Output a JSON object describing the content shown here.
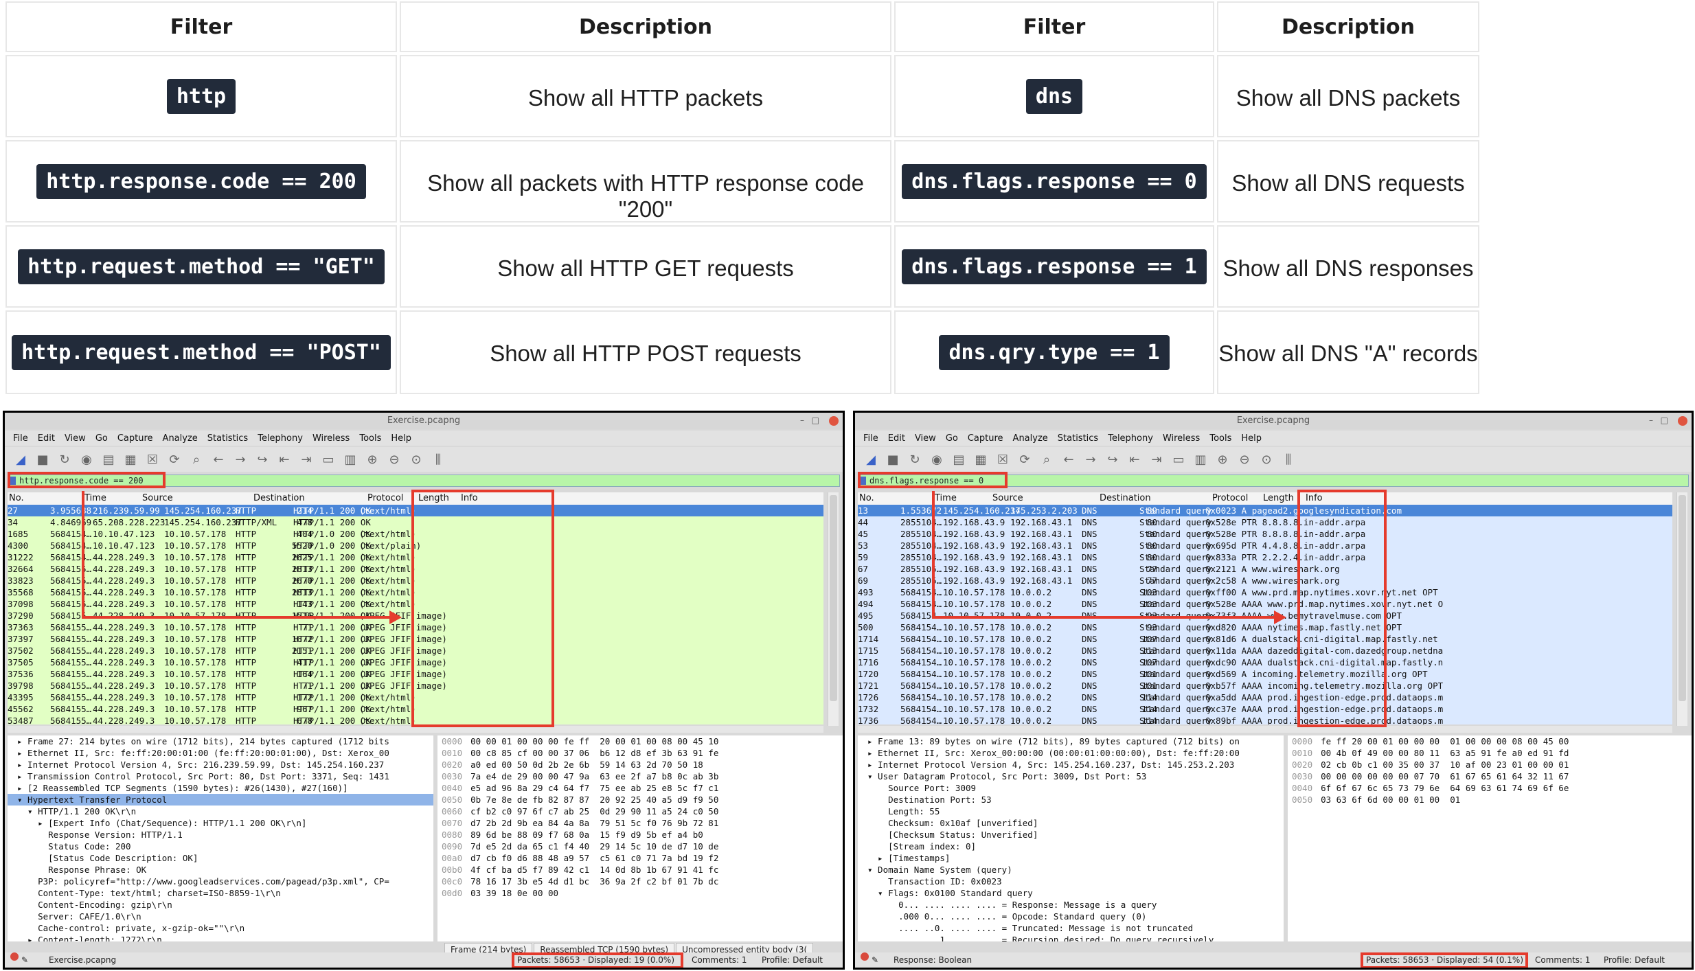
{
  "filter_table": {
    "headers": [
      "Filter",
      "Description",
      "Filter",
      "Description"
    ],
    "rows": [
      {
        "filter_http": "http",
        "desc_http": "Show all HTTP packets",
        "filter_dns": "dns",
        "desc_dns": "Show all DNS packets"
      },
      {
        "filter_http": "http.response.code == 200",
        "desc_http": "Show all packets with HTTP response code \"200\"",
        "filter_dns": "dns.flags.response == 0",
        "desc_dns": "Show all DNS requests"
      },
      {
        "filter_http": "http.request.method == \"GET\"",
        "desc_http": "Show all HTTP GET requests",
        "filter_dns": "dns.flags.response == 1",
        "desc_dns": "Show all DNS responses"
      },
      {
        "filter_http": "http.request.method == \"POST\"",
        "desc_http": "Show all HTTP POST requests",
        "filter_dns": "dns.qry.type == 1",
        "desc_dns": "Show all DNS \"A\" records"
      }
    ]
  },
  "colors": {
    "chip_bg": "#222b3a",
    "highlight": "#e53b2d",
    "http_rows": "#e2ffc4",
    "dns_rows": "#dbe9ff",
    "selected_row": "#4a86d8",
    "filter_ok": "#b8f5a8"
  },
  "menu": [
    "File",
    "Edit",
    "View",
    "Go",
    "Capture",
    "Analyze",
    "Statistics",
    "Telephony",
    "Wireless",
    "Tools",
    "Help"
  ],
  "columns": {
    "no": "No.",
    "time": "Time",
    "source": "Source",
    "destination": "Destination",
    "protocol": "Protocol",
    "length": "Length",
    "info": "Info"
  },
  "left": {
    "title": "Exercise.pcapng",
    "filter": "http.response.code == 200",
    "rows": [
      [
        "27",
        "3.955688",
        "216.239.59.99",
        "145.254.160.237",
        "HTTP",
        "214",
        "HTTP/1.1 200 OK",
        "(text/html)"
      ],
      [
        "34",
        "4.846969",
        "65.208.228.223",
        "145.254.160.237",
        "HTTP/XML",
        "478",
        "HTTP/1.1 200 OK",
        ""
      ],
      [
        "1685",
        "5684154…",
        "10.10.47.123",
        "10.10.57.178",
        "HTTP",
        "404",
        "HTTP/1.0 200 OK",
        "(text/html)"
      ],
      [
        "4300",
        "5684154…",
        "10.10.47.123",
        "10.10.57.178",
        "HTTP",
        "5520",
        "HTTP/1.0 200 OK",
        "(text/plain)"
      ],
      [
        "31222",
        "5684154…",
        "44.228.249.3",
        "10.10.57.178",
        "HTTP",
        "2625",
        "HTTP/1.1 200 OK",
        "(text/html)"
      ],
      [
        "32664",
        "5684155…",
        "44.228.249.3",
        "10.10.57.178",
        "HTTP",
        "2813",
        "HTTP/1.1 200 OK",
        "(text/html)"
      ],
      [
        "33823",
        "5684155…",
        "44.228.249.3",
        "10.10.57.178",
        "HTTP",
        "2670",
        "HTTP/1.1 200 OK",
        "(text/html)"
      ],
      [
        "35568",
        "5684155…",
        "44.228.249.3",
        "10.10.57.178",
        "HTTP",
        "2813",
        "HTTP/1.1 200 OK",
        "(text/html)"
      ],
      [
        "37098",
        "5684155…",
        "44.228.249.3",
        "10.10.57.178",
        "HTTP",
        "143",
        "HTTP/1.1 200 OK",
        "(text/html)"
      ],
      [
        "37290",
        "5684155…",
        "44.228.249.3",
        "10.10.57.178",
        "HTTP",
        "1516",
        "HTTP/1.1 200 OK",
        "(JPEG JFIF image)"
      ],
      [
        "37363",
        "5684155…",
        "44.228.249.3",
        "10.10.57.178",
        "HTTP",
        "71",
        "HTTP/1.1 200 OK",
        "(JPEG JFIF image)"
      ],
      [
        "37397",
        "5684155…",
        "44.228.249.3",
        "10.10.57.178",
        "HTTP",
        "1672",
        "HTTP/1.1 200 OK",
        "(JPEG JFIF image)"
      ],
      [
        "37502",
        "5684155…",
        "44.228.249.3",
        "10.10.57.178",
        "HTTP",
        "2151",
        "HTTP/1.1 200 OK",
        "(JPEG JFIF image)"
      ],
      [
        "37505",
        "5684155…",
        "44.228.249.3",
        "10.10.57.178",
        "HTTP",
        "417",
        "HTTP/1.1 200 OK",
        "(JPEG JFIF image)"
      ],
      [
        "37536",
        "5684155…",
        "44.228.249.3",
        "10.10.57.178",
        "HTTP",
        "164",
        "HTTP/1.1 200 OK",
        "(JPEG JFIF image)"
      ],
      [
        "39798",
        "5684155…",
        "44.228.249.3",
        "10.10.57.178",
        "HTTP",
        "71",
        "HTTP/1.1 200 OK",
        "(JPEG JFIF image)"
      ],
      [
        "43395",
        "5684155…",
        "44.228.249.3",
        "10.10.57.178",
        "HTTP",
        "172",
        "HTTP/1.1 200 OK",
        "(text/html)"
      ],
      [
        "45562",
        "5684155…",
        "44.228.249.3",
        "10.10.57.178",
        "HTTP",
        "967",
        "HTTP/1.1 200 OK",
        "(text/html)"
      ],
      [
        "53487",
        "5684155…",
        "44.228.249.3",
        "10.10.57.178",
        "HTTP",
        "678",
        "HTTP/1.1 200 OK",
        "(text/html)"
      ]
    ],
    "details": [
      "▸ Frame 27: 214 bytes on wire (1712 bits), 214 bytes captured (1712 bits",
      "▸ Ethernet II, Src: fe:ff:20:00:01:00 (fe:ff:20:00:01:00), Dst: Xerox_00",
      "▸ Internet Protocol Version 4, Src: 216.239.59.99, Dst: 145.254.160.237",
      "▸ Transmission Control Protocol, Src Port: 80, Dst Port: 3371, Seq: 1431",
      "▸ [2 Reassembled TCP Segments (1590 bytes): #26(1430), #27(160)]",
      "▾ Hypertext Transfer Protocol",
      "  ▾ HTTP/1.1 200 OK\\r\\n",
      "    ▸ [Expert Info (Chat/Sequence): HTTP/1.1 200 OK\\r\\n]",
      "      Response Version: HTTP/1.1",
      "      Status Code: 200",
      "      [Status Code Description: OK]",
      "      Response Phrase: OK",
      "    P3P: policyref=\"http://www.googleadservices.com/pagead/p3p.xml\", CP=",
      "    Content-Type: text/html; charset=ISO-8859-1\\r\\n",
      "    Content-Encoding: gzip\\r\\n",
      "    Server: CAFE/1.0\\r\\n",
      "    Cache-control: private, x-gzip-ok=\"\"\\r\\n",
      "  ▸ Content-length: 1272\\r\\n"
    ],
    "hex": [
      [
        "0000",
        "00 00 01 00 00 00 fe ff  20 00 01 00 08 00 45 10"
      ],
      [
        "0010",
        "00 c8 85 cf 00 00 37 06  b6 12 d8 ef 3b 63 91 fe"
      ],
      [
        "0020",
        "a0 ed 00 50 0d 2b 2e 6b  59 14 63 2d 70 50 18"
      ],
      [
        "0030",
        "7a e4 de 29 00 00 47 9a  63 ee 2f a7 b8 0c ab 3b"
      ],
      [
        "0040",
        "e5 ad 96 8a 29 c4 64 f7  75 ee ab 25 e8 5c f7 c1"
      ],
      [
        "0050",
        "0b 7e 8e de fb 82 87 87  20 92 25 40 a5 d9 f9 50"
      ],
      [
        "0060",
        "cf b2 c0 97 6f c7 ab 25  0d 29 90 11 a5 24 c0 50"
      ],
      [
        "0070",
        "d7 2b 2d 9b ea 84 4a 8a  79 51 5c f0 76 9b 72 81"
      ],
      [
        "0080",
        "89 6d be 88 09 f7 68 0a  15 f9 d9 5b ef a4 b0"
      ],
      [
        "0090",
        "7d e5 2d da 65 c1 f4 40  29 14 5c 10 de d7 10 de"
      ],
      [
        "00a0",
        "d7 cb f0 d6 88 48 a9 57  c5 61 c0 71 7a bd 19 f2"
      ],
      [
        "00b0",
        "4f cf ba d5 f7 89 42 c1  14 0d 8b 1b 67 91 41 fc"
      ],
      [
        "00c0",
        "78 16 17 3b e5 4d d1 bc  36 9a 2f c2 bf 01 7b dc"
      ],
      [
        "00d0",
        "03 39 18 0e 00 00"
      ]
    ],
    "tabs": [
      "Frame (214 bytes)",
      "Reassembled TCP (1590 bytes)",
      "Uncompressed entity body (3("
    ],
    "status_file": "Exercise.pcapng",
    "status_packets": "Packets: 58653 · Displayed: 19 (0.0%)",
    "status_comments": "Comments: 1",
    "status_profile": "Profile: Default"
  },
  "right": {
    "title": "Exercise.pcapng",
    "filter": "dns.flags.response == 0",
    "rows": [
      [
        "13",
        "1.553672",
        "145.254.160.237",
        "145.253.2.203",
        "DNS",
        "89",
        "Standard query",
        "0x0023 A pagead2.googlesyndication.com"
      ],
      [
        "44",
        "2855104…",
        "192.168.43.9",
        "192.168.43.1",
        "DNS",
        "80",
        "Standard query",
        "0x528e PTR 8.8.8.8.in-addr.arpa"
      ],
      [
        "45",
        "2855104…",
        "192.168.43.9",
        "192.168.43.1",
        "DNS",
        "80",
        "Standard query",
        "0x528e PTR 8.8.8.8.in-addr.arpa"
      ],
      [
        "53",
        "2855104…",
        "192.168.43.9",
        "192.168.43.1",
        "DNS",
        "80",
        "Standard query",
        "0x695d PTR 4.4.8.8.in-addr.arpa"
      ],
      [
        "59",
        "2855104…",
        "192.168.43.9",
        "192.168.43.1",
        "DNS",
        "80",
        "Standard query",
        "0x833a PTR 2.2.2.4.in-addr.arpa"
      ],
      [
        "67",
        "2855105…",
        "192.168.43.9",
        "192.168.43.1",
        "DNS",
        "77",
        "Standard query",
        "0x2121 A www.wireshark.org"
      ],
      [
        "69",
        "2855105…",
        "192.168.43.9",
        "192.168.43.1",
        "DNS",
        "77",
        "Standard query",
        "0x2c58 A www.wireshark.org"
      ],
      [
        "493",
        "5684154…",
        "10.10.57.178",
        "10.0.0.2",
        "DNS",
        "103",
        "Standard query",
        "0xff00 A www.prd.map.nytimes.xovr.nyt.net OPT"
      ],
      [
        "494",
        "5684154…",
        "10.10.57.178",
        "10.0.0.2",
        "DNS",
        "103",
        "Standard query",
        "0x528e AAAA www.prd.map.nytimes.xovr.nyt.net O"
      ],
      [
        "495",
        "5684154…",
        "10.10.57.178",
        "10.0.0.2",
        "DNS",
        "93",
        "Standard query",
        "0x73f3 AAAA www.bemytravelmuse.com OPT"
      ],
      [
        "500",
        "5684154…",
        "10.10.57.178",
        "10.0.0.2",
        "DNS",
        "93",
        "Standard query",
        "0xd820 AAAA nytimes.map.fastly.net OPT"
      ],
      [
        "1714",
        "5684154…",
        "10.10.57.178",
        "10.0.0.2",
        "DNS",
        "107",
        "Standard query",
        "0x81d6 A dualstack.cni-digital.map.fastly.net"
      ],
      [
        "1715",
        "5684154…",
        "10.10.57.178",
        "10.0.0.2",
        "DNS",
        "113",
        "Standard query",
        "0x11da AAAA dazeddigital-com.dazedgroup.netdna"
      ],
      [
        "1716",
        "5684154…",
        "10.10.57.178",
        "10.0.0.2",
        "DNS",
        "107",
        "Standard query",
        "0xdc90 AAAA dualstack.cni-digital.map.fastly.n"
      ],
      [
        "1720",
        "5684154…",
        "10.10.57.178",
        "10.0.0.2",
        "DNS",
        "101",
        "Standard query",
        "0xd569 A incoming.telemetry.mozilla.org OPT"
      ],
      [
        "1721",
        "5684154…",
        "10.10.57.178",
        "10.0.0.2",
        "DNS",
        "101",
        "Standard query",
        "0xb57f AAAA incoming.telemetry.mozilla.org OPT"
      ],
      [
        "1726",
        "5684154…",
        "10.10.57.178",
        "10.0.0.2",
        "DNS",
        "114",
        "Standard query",
        "0xa5dd AAAA prod.ingestion-edge.prod.dataops.m"
      ],
      [
        "1732",
        "5684154…",
        "10.10.57.178",
        "10.0.0.2",
        "DNS",
        "114",
        "Standard query",
        "0xc37e AAAA prod.ingestion-edge.prod.dataops.m"
      ],
      [
        "1736",
        "5684154…",
        "10.10.57.178",
        "10.0.0.2",
        "DNS",
        "114",
        "Standard query",
        "0x89bf AAAA prod.ingestion-edge.prod.dataops.m"
      ]
    ],
    "details": [
      "▸ Frame 13: 89 bytes on wire (712 bits), 89 bytes captured (712 bits) on",
      "▸ Ethernet II, Src: Xerox_00:00:00 (00:00:01:00:00:00), Dst: fe:ff:20:00",
      "▸ Internet Protocol Version 4, Src: 145.254.160.237, Dst: 145.253.2.203",
      "▾ User Datagram Protocol, Src Port: 3009, Dst Port: 53",
      "    Source Port: 3009",
      "    Destination Port: 53",
      "    Length: 55",
      "    Checksum: 0x10af [unverified]",
      "    [Checksum Status: Unverified]",
      "    [Stream index: 0]",
      "  ▸ [Timestamps]",
      "▾ Domain Name System (query)",
      "    Transaction ID: 0x0023",
      "  ▾ Flags: 0x0100 Standard query",
      "      0... .... .... .... = Response: Message is a query",
      "      .000 0... .... .... = Opcode: Standard query (0)",
      "      .... ..0. .... .... = Truncated: Message is not truncated",
      "      .... ...1 .... .... = Recursion desired: Do query recursively"
    ],
    "hex": [
      [
        "0000",
        "fe ff 20 00 01 00 00 00  01 00 00 00 08 00 45 00"
      ],
      [
        "0010",
        "00 4b 0f 49 00 00 80 11  63 a5 91 fe a0 ed 91 fd"
      ],
      [
        "0020",
        "02 cb 0b c1 00 35 00 37  10 af 00 23 01 00 00 01"
      ],
      [
        "0030",
        "00 00 00 00 00 00 07 70  61 67 65 61 64 32 11 67"
      ],
      [
        "0040",
        "6f 6f 67 6c 65 73 79 6e  64 69 63 61 74 69 6f 6e"
      ],
      [
        "0050",
        "03 63 6f 6d 00 00 01 00  01"
      ]
    ],
    "status_info": "Response: Boolean",
    "status_packets": "Packets: 58653 · Displayed: 54 (0.1%)",
    "status_comments": "Comments: 1",
    "status_profile": "Profile: Default"
  }
}
